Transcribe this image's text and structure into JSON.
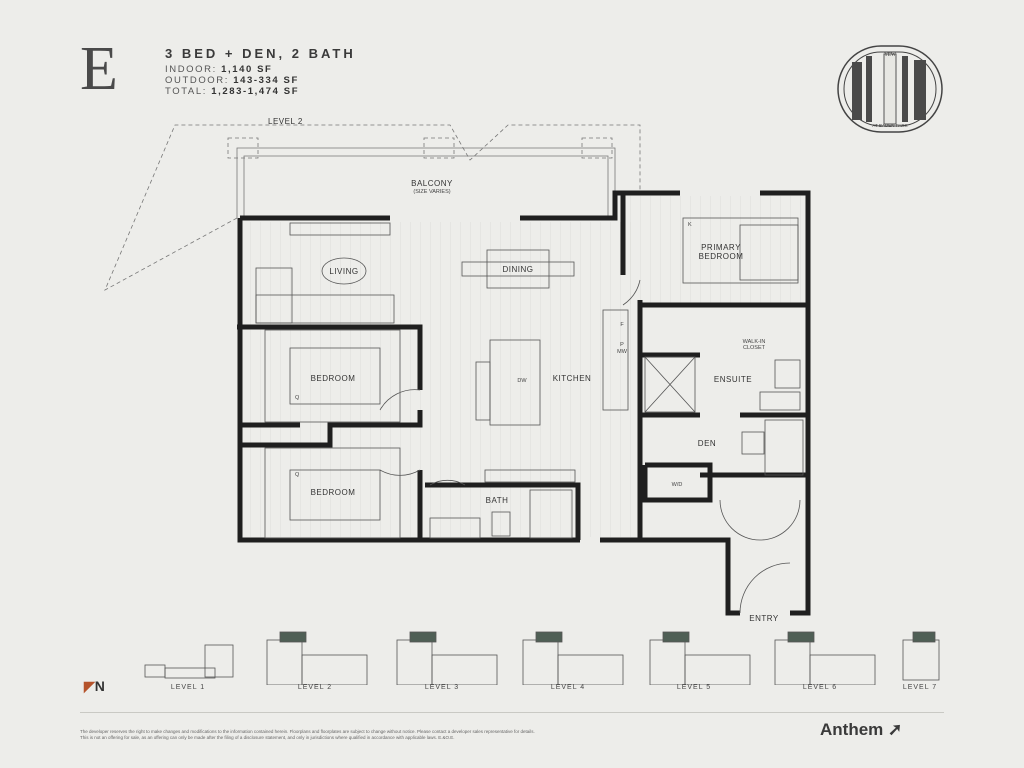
{
  "header": {
    "unit_letter": "E",
    "unit_type": "3 BED + DEN, 2 BATH",
    "indoor_label": "INDOOR:",
    "indoor_value": "1,140 SF",
    "outdoor_label": "OUTDOOR:",
    "outdoor_value": "143-334 SF",
    "total_label": "TOTAL:",
    "total_value": "1,283-1,474 SF"
  },
  "logo": {
    "top_text": "YEW",
    "bottom_text": "AT BADEN PARK"
  },
  "plan": {
    "level2": "LEVEL 2",
    "balcony": "BALCONY",
    "balcony_note": "(SIZE VARIES)",
    "living": "LIVING",
    "dining": "DINING",
    "kitchen": "KITCHEN",
    "bedroom1": "BEDROOM",
    "bedroom2": "BEDROOM",
    "primary_bedroom_1": "PRIMARY",
    "primary_bedroom_2": "BEDROOM",
    "walk_in_1": "WALK-IN",
    "walk_in_2": "CLOSET",
    "ensuite": "ENSUITE",
    "den": "DEN",
    "wd": "W/D",
    "bath": "BATH",
    "entry": "ENTRY",
    "dw": "DW",
    "fridge": "F",
    "pantry": "P",
    "mw": "MW",
    "k": "K",
    "q1": "Q",
    "q2": "Q"
  },
  "keyplan": {
    "north": "N",
    "north_color": "#b5532b",
    "highlight_color": "#4f5f55",
    "levels": [
      "LEVEL 1",
      "LEVEL 2",
      "LEVEL 3",
      "LEVEL 4",
      "LEVEL 5",
      "LEVEL 6",
      "LEVEL 7"
    ]
  },
  "footer": {
    "disclaimer_1": "The developer reserves the right to make changes and modifications to the information contained herein. Floorplans and floorplates are subject to change without notice. Please contact a developer sales representative for details.",
    "disclaimer_2": "This is not an offering for sale, as an offering can only be made after the filing of a disclosure statement, and only in jurisdictions where qualified in accordance with applicable laws. E.&O.E.",
    "brand": "Anthem"
  }
}
